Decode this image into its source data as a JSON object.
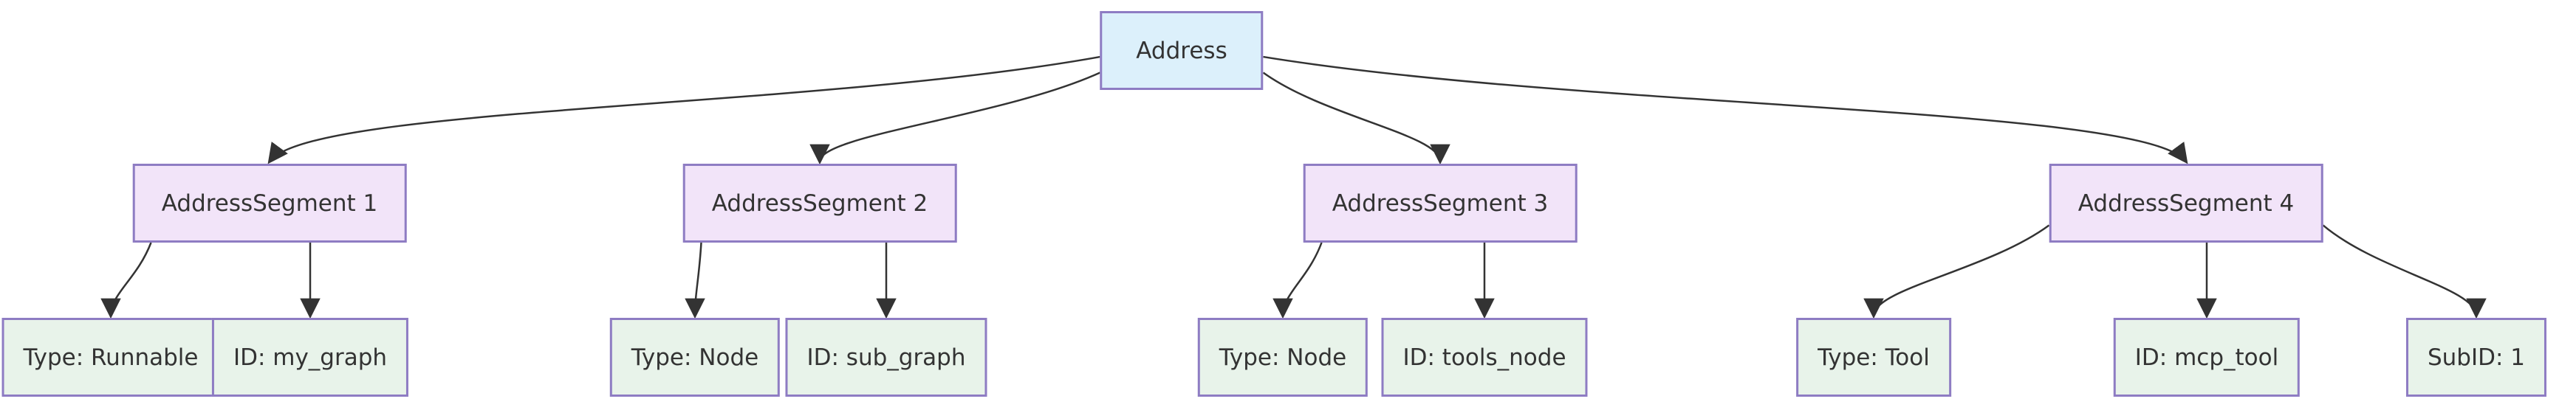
{
  "diagram": {
    "type": "flowchart-tree",
    "colors": {
      "background": "#ffffff",
      "root-fill": "#dcf0fb",
      "segment-fill": "#f2e4f9",
      "leaf-fill": "#e8f3ea",
      "node-stroke": "#8e7cc3",
      "edge-color": "#333333",
      "text-color": "#333333"
    },
    "nodes": [
      {
        "id": "address",
        "label": "Address",
        "kind": "root"
      },
      {
        "id": "seg1",
        "label": "AddressSegment 1",
        "kind": "segment"
      },
      {
        "id": "seg2",
        "label": "AddressSegment 2",
        "kind": "segment"
      },
      {
        "id": "seg3",
        "label": "AddressSegment 3",
        "kind": "segment"
      },
      {
        "id": "seg4",
        "label": "AddressSegment 4",
        "kind": "segment"
      },
      {
        "id": "s1type",
        "label": "Type: Runnable",
        "kind": "leaf"
      },
      {
        "id": "s1id",
        "label": "ID: my_graph",
        "kind": "leaf"
      },
      {
        "id": "s2type",
        "label": "Type: Node",
        "kind": "leaf"
      },
      {
        "id": "s2id",
        "label": "ID: sub_graph",
        "kind": "leaf"
      },
      {
        "id": "s3type",
        "label": "Type: Node",
        "kind": "leaf"
      },
      {
        "id": "s3id",
        "label": "ID: tools_node",
        "kind": "leaf"
      },
      {
        "id": "s4type",
        "label": "Type: Tool",
        "kind": "leaf"
      },
      {
        "id": "s4id",
        "label": "ID: mcp_tool",
        "kind": "leaf"
      },
      {
        "id": "s4subid",
        "label": "SubID: 1",
        "kind": "leaf"
      }
    ],
    "edges": [
      {
        "from": "address",
        "to": "seg1"
      },
      {
        "from": "address",
        "to": "seg2"
      },
      {
        "from": "address",
        "to": "seg3"
      },
      {
        "from": "address",
        "to": "seg4"
      },
      {
        "from": "seg1",
        "to": "s1type"
      },
      {
        "from": "seg1",
        "to": "s1id"
      },
      {
        "from": "seg2",
        "to": "s2type"
      },
      {
        "from": "seg2",
        "to": "s2id"
      },
      {
        "from": "seg3",
        "to": "s3type"
      },
      {
        "from": "seg3",
        "to": "s3id"
      },
      {
        "from": "seg4",
        "to": "s4type"
      },
      {
        "from": "seg4",
        "to": "s4id"
      },
      {
        "from": "seg4",
        "to": "s4subid"
      }
    ]
  }
}
